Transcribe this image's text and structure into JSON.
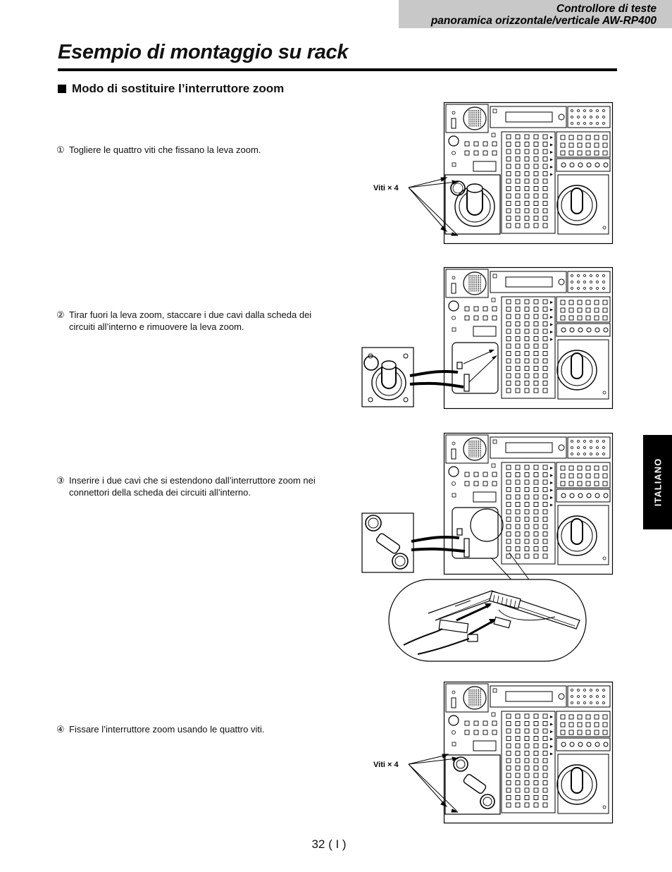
{
  "header": {
    "line1": "Controllore di teste",
    "line2": "panoramica orizzontale/verticale  AW-RP400"
  },
  "page_title": "Esempio di montaggio su rack",
  "section_heading": "Modo di sostituire l’interruttore zoom",
  "steps": [
    {
      "num": "①",
      "text": "Togliere le quattro viti che fissano la leva zoom."
    },
    {
      "num": "②",
      "text": "Tirar fuori la leva zoom, staccare i due cavi dalla scheda dei circuiti all’interno e rimuovere la leva zoom."
    },
    {
      "num": "③",
      "text": "Inserire i due cavi che si estendono dall’interruttore zoom nei connettori della scheda dei circuiti all’interno."
    },
    {
      "num": "④",
      "text": "Fissare l’interruttore zoom usando le quattro viti."
    }
  ],
  "callouts": {
    "screws": "Viti × 4"
  },
  "side_tab": "ITALIANO",
  "page_number": "32 ( I )"
}
